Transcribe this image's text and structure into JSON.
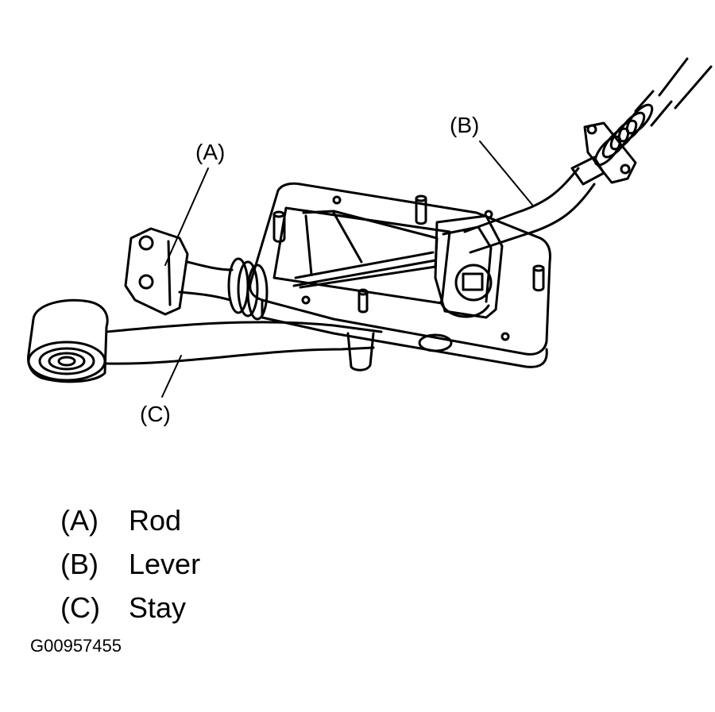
{
  "callouts": {
    "a": "(A)",
    "b": "(B)",
    "c": "(C)"
  },
  "legend": [
    {
      "key": "(A)",
      "label": "Rod"
    },
    {
      "key": "(B)",
      "label": "Lever"
    },
    {
      "key": "(C)",
      "label": "Stay"
    }
  ],
  "figure_id": "G00957455"
}
